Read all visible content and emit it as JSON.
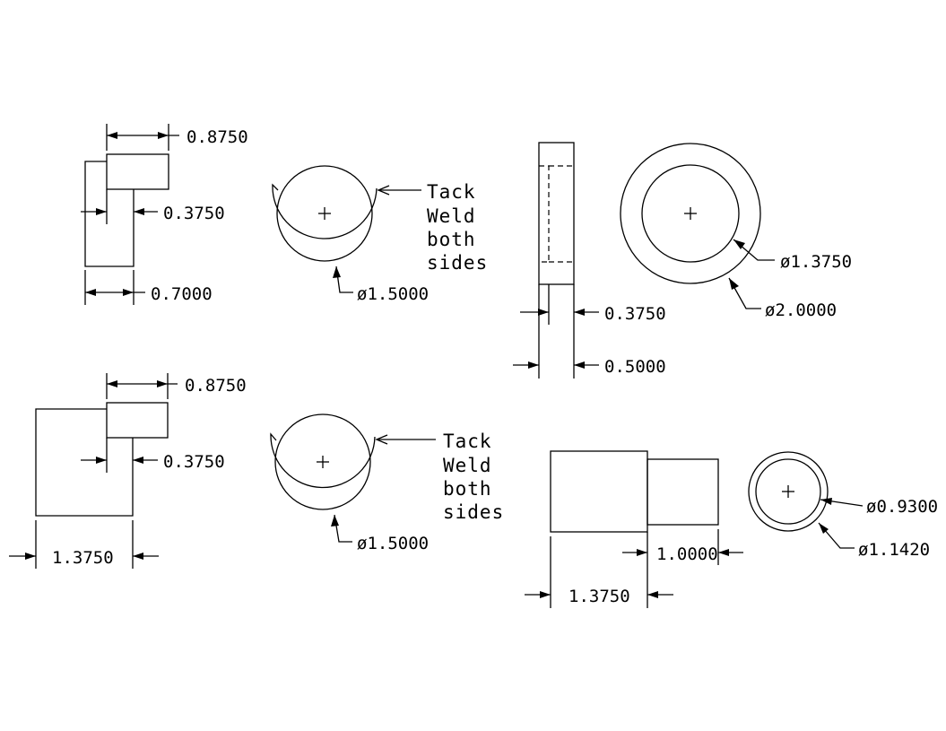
{
  "dimensions": {
    "top_left_width": "0.8750",
    "top_left_slot": "0.3750",
    "top_left_base": "0.7000",
    "top_ring_diameter": "ø1.5000",
    "mid_inner_diameter": "ø1.3750",
    "mid_outer_diameter": "ø2.0000",
    "mid_slot_width": "0.3750",
    "mid_thickness": "0.5000",
    "bottom_left_width": "0.8750",
    "bottom_left_slot": "0.3750",
    "bottom_left_base": "1.3750",
    "bottom_ring_diameter": "ø1.5000",
    "bushing_length_small": "1.0000",
    "bushing_length_large": "1.3750",
    "bushing_inner_diameter": "ø0.9300",
    "bushing_outer_diameter": "ø1.1420"
  },
  "notes": {
    "top_weld": [
      "Tack",
      "Weld",
      "both",
      "sides"
    ],
    "bottom_weld": [
      "Tack",
      "Weld",
      "both",
      "sides"
    ]
  }
}
